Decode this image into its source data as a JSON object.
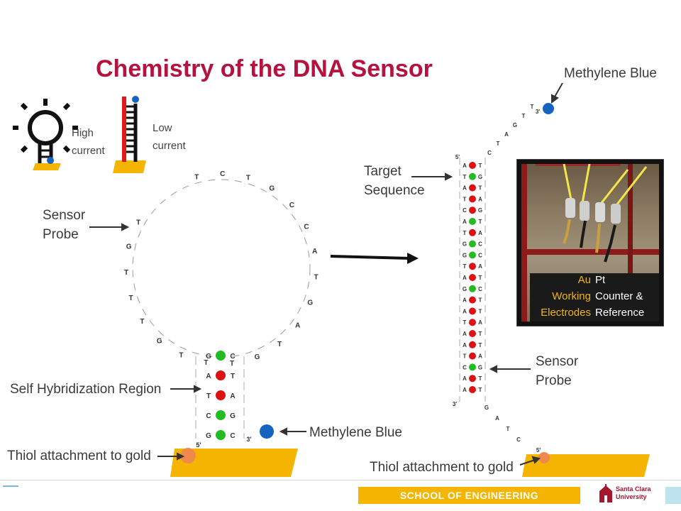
{
  "title": "Chemistry of the DNA Sensor",
  "labels": {
    "high_current": [
      "High",
      "current"
    ],
    "low_current": [
      "Low",
      "current"
    ],
    "sensor_probe_left": [
      "Sensor",
      "Probe"
    ],
    "self_hybridization": "Self Hybridization Region",
    "thiol_left": "Thiol attachment to gold",
    "methylene_blue_bottom": "Methylene Blue",
    "methylene_blue_top": "Methylene Blue",
    "target_sequence": [
      "Target",
      "Sequence"
    ],
    "sensor_probe_right": [
      "Sensor",
      "Probe"
    ],
    "thiol_right": "Thiol attachment to gold"
  },
  "loop_letters": [
    "T",
    "C",
    "T",
    "G",
    "C",
    "C",
    "A",
    "T",
    "G",
    "A",
    "T",
    "G",
    "T",
    "T",
    "T",
    "G",
    "T",
    "T",
    "T",
    "G",
    "T"
  ],
  "stem_left": [
    "G",
    "A",
    "T",
    "C",
    "G"
  ],
  "stem_right": [
    "C",
    "T",
    "A",
    "G",
    "C"
  ],
  "stem_dot_colors": [
    "#22bb22",
    "#dd1111",
    "#dd1111",
    "#22bb22",
    "#22bb22"
  ],
  "prime_labels": {
    "five": "5'",
    "three": "3'"
  },
  "duplex_left": [
    "A",
    "T",
    "A",
    "T",
    "C",
    "A",
    "T",
    "G",
    "G",
    "T",
    "A",
    "G",
    "A",
    "A",
    "T",
    "A",
    "A",
    "T",
    "C",
    "A",
    "A"
  ],
  "duplex_right": [
    "T",
    "G",
    "T",
    "A",
    "G",
    "T",
    "A",
    "C",
    "C",
    "A",
    "T",
    "C",
    "T",
    "T",
    "A",
    "T",
    "T",
    "A",
    "G",
    "T",
    "T"
  ],
  "duplex_dot_colors": [
    "#dd1111",
    "#22bb22",
    "#dd1111",
    "#dd1111",
    "#dd1111",
    "#22bb22",
    "#dd1111",
    "#22bb22",
    "#22bb22",
    "#dd1111",
    "#dd1111",
    "#22bb22",
    "#dd1111",
    "#dd1111",
    "#dd1111",
    "#dd1111",
    "#dd1111",
    "#dd1111",
    "#22bb22",
    "#dd1111",
    "#dd1111"
  ],
  "top_tail": [
    "C",
    "T",
    "A",
    "G",
    "T",
    "T"
  ],
  "bottom_tail": [
    "G",
    "A",
    "T",
    "C"
  ],
  "photo_caption": {
    "au": [
      "Au",
      "Working",
      "Electrodes"
    ],
    "pt": [
      "Pt",
      "Counter &",
      "Reference"
    ]
  },
  "footer": {
    "school": "SCHOOL OF ENGINEERING",
    "university": [
      "Santa Clara",
      "University"
    ]
  },
  "colors": {
    "title": "#b5123f",
    "gold": "#f5b400",
    "red_dot": "#dd1111",
    "green_dot": "#22bb22",
    "blue_dot": "#1565c0",
    "orange_dot": "#f08a4b",
    "au_text": "#f5b400"
  }
}
